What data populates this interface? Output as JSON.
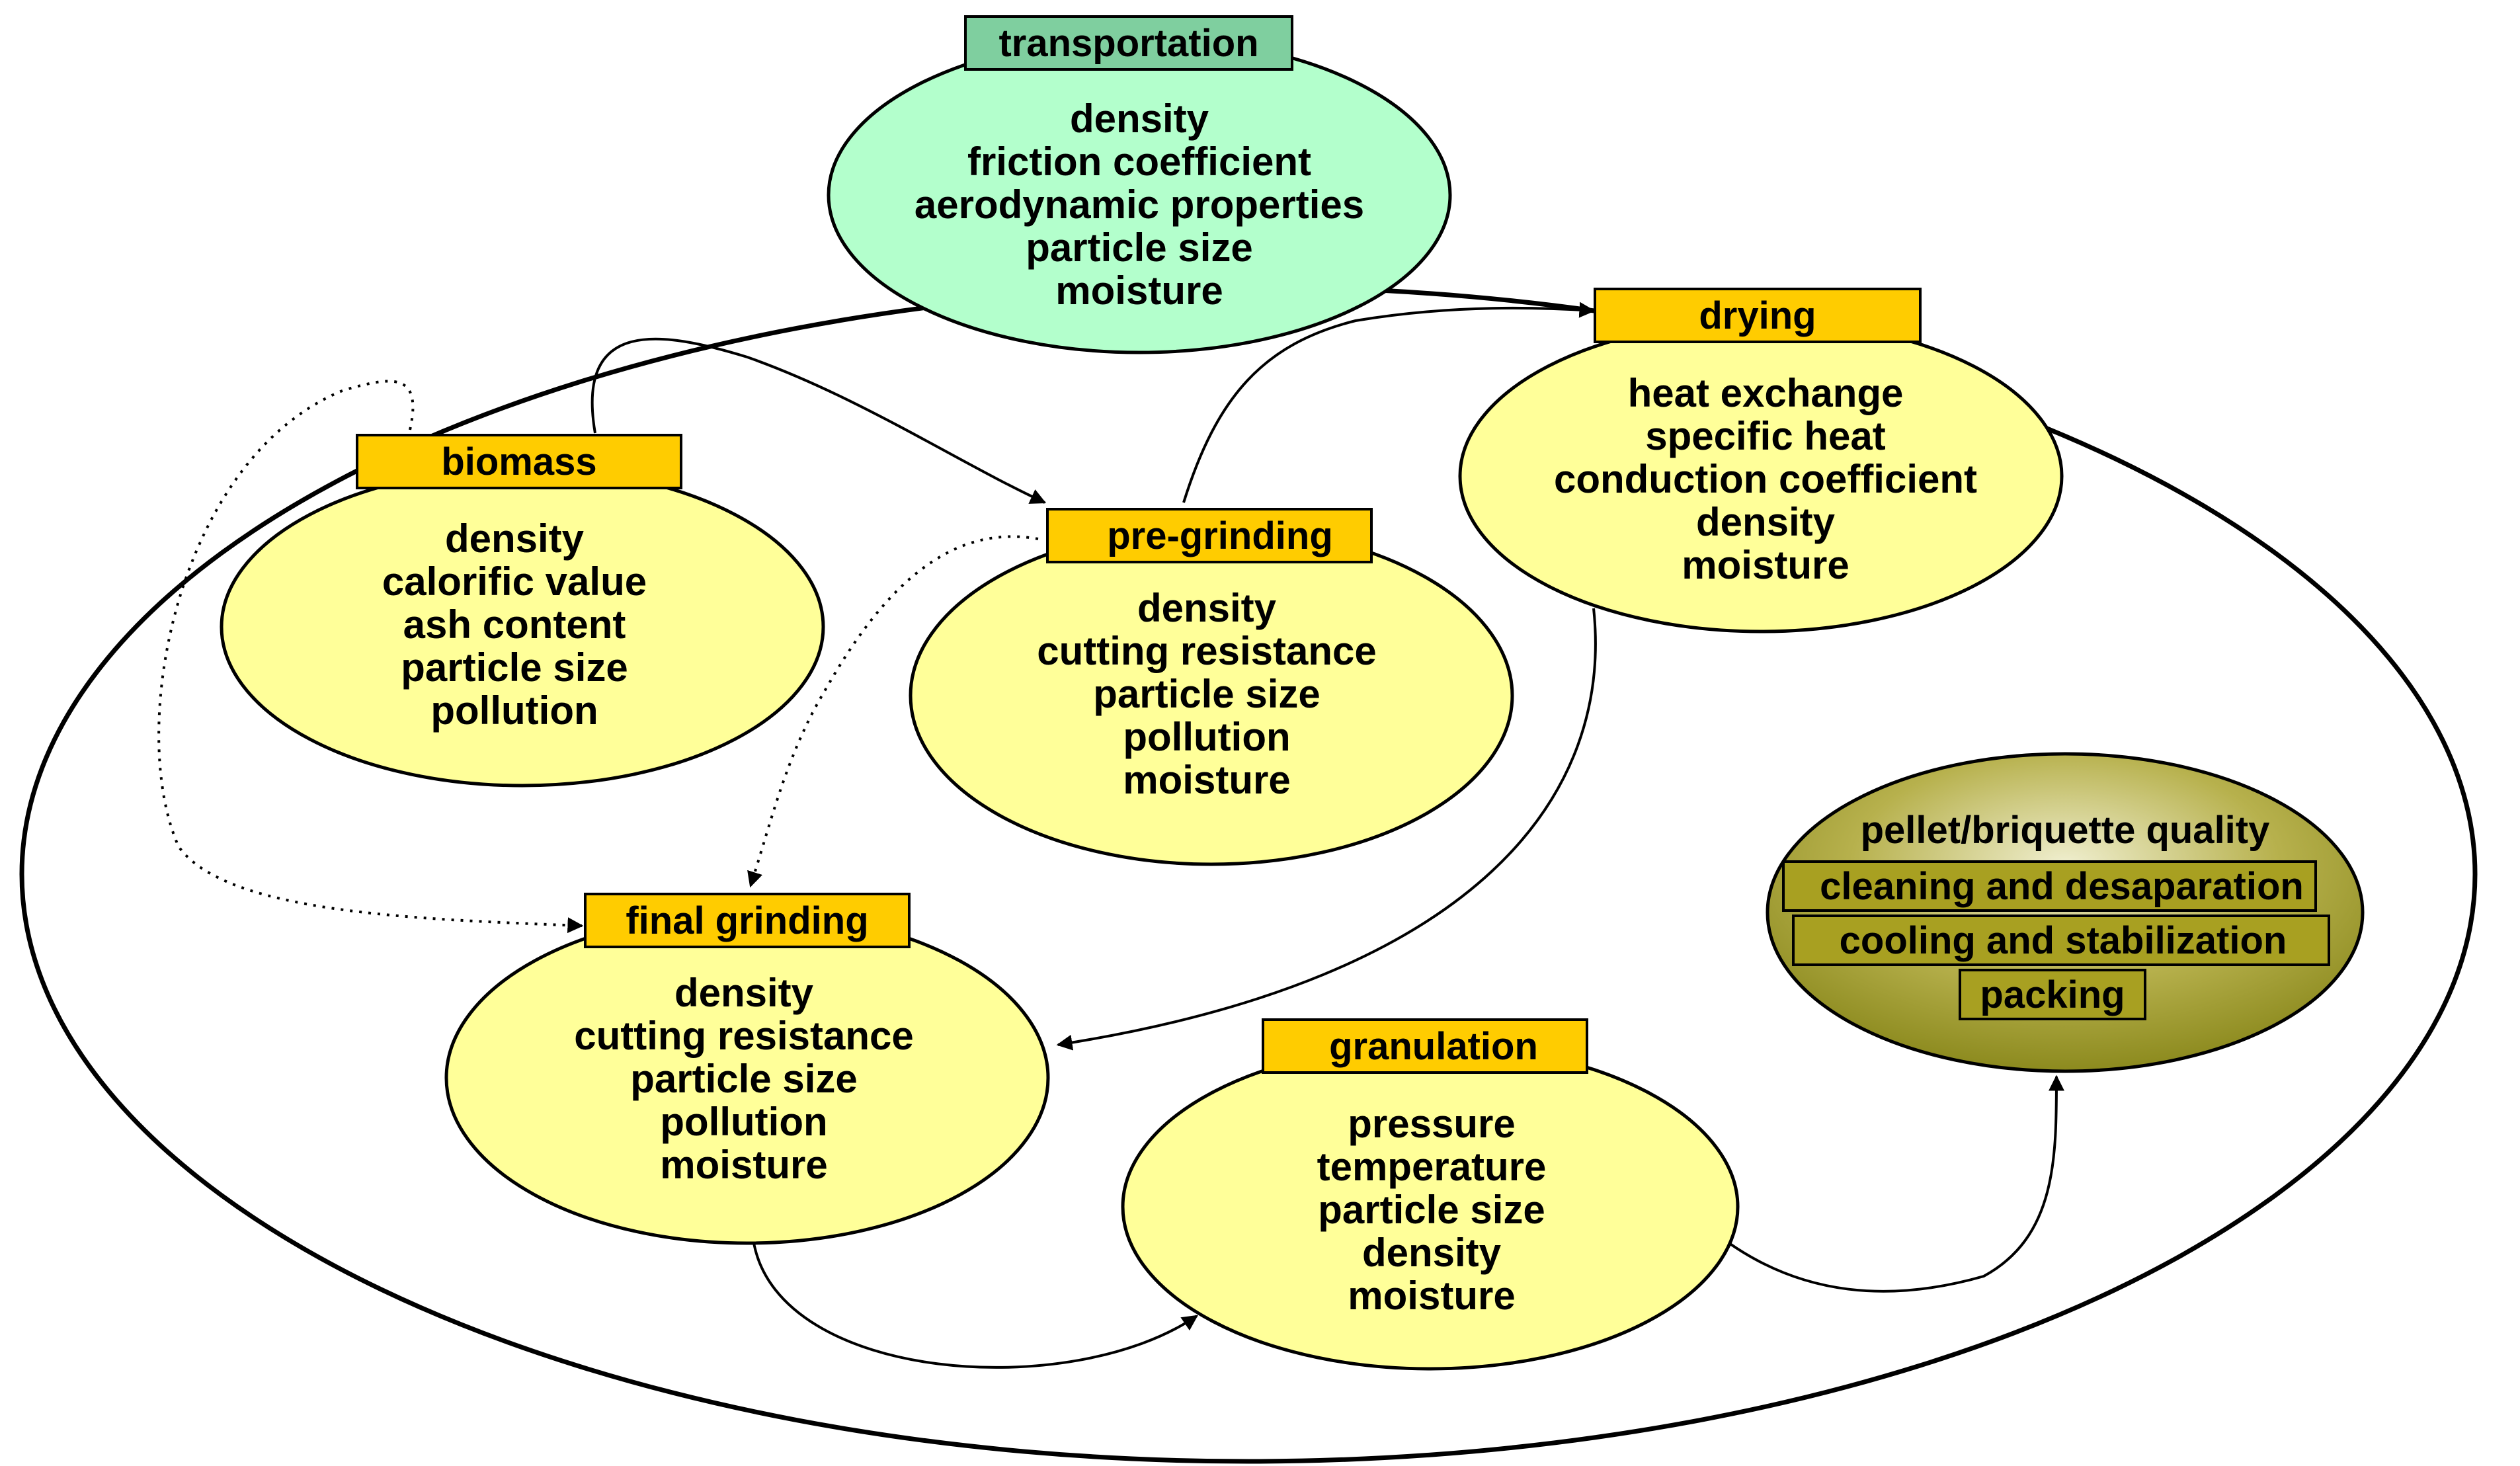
{
  "colors": {
    "background": "#ffffff",
    "stroke": "#000000",
    "process_fill": "#ffff99",
    "label_fill": "#ffcc00",
    "transport_ellipse_fill": "#b3ffcc",
    "transport_label_fill": "#7fcf9f",
    "quality_fill_center": "#f0efd0",
    "quality_fill_edge": "#8c8a1e",
    "quality_bar_fill": "#a8a021"
  },
  "nodes": {
    "transportation": {
      "label": "transportation",
      "properties": [
        "density",
        "friction coefficient",
        "aerodynamic properties",
        "particle size",
        "moisture"
      ]
    },
    "biomass": {
      "label": "biomass",
      "properties": [
        "density",
        "calorific value",
        "ash content",
        "particle size",
        "pollution"
      ]
    },
    "pre_grinding": {
      "label": "pre-grinding",
      "properties": [
        "density",
        "cutting resistance",
        "particle size",
        "pollution",
        "moisture"
      ]
    },
    "drying": {
      "label": "drying",
      "properties": [
        "heat exchange",
        "specific heat",
        "conduction coefficient",
        "density",
        "moisture"
      ]
    },
    "final_grinding": {
      "label": "final grinding",
      "properties": [
        "density",
        "cutting resistance",
        "particle size",
        "pollution",
        "moisture"
      ]
    },
    "granulation": {
      "label": "granulation",
      "properties": [
        "pressure",
        "temperature",
        "particle size",
        "density",
        "moisture"
      ]
    },
    "quality": {
      "title": "pellet/briquette quality",
      "steps": [
        "cleaning and desaparation",
        "cooling and stabilization",
        "packing"
      ]
    }
  }
}
